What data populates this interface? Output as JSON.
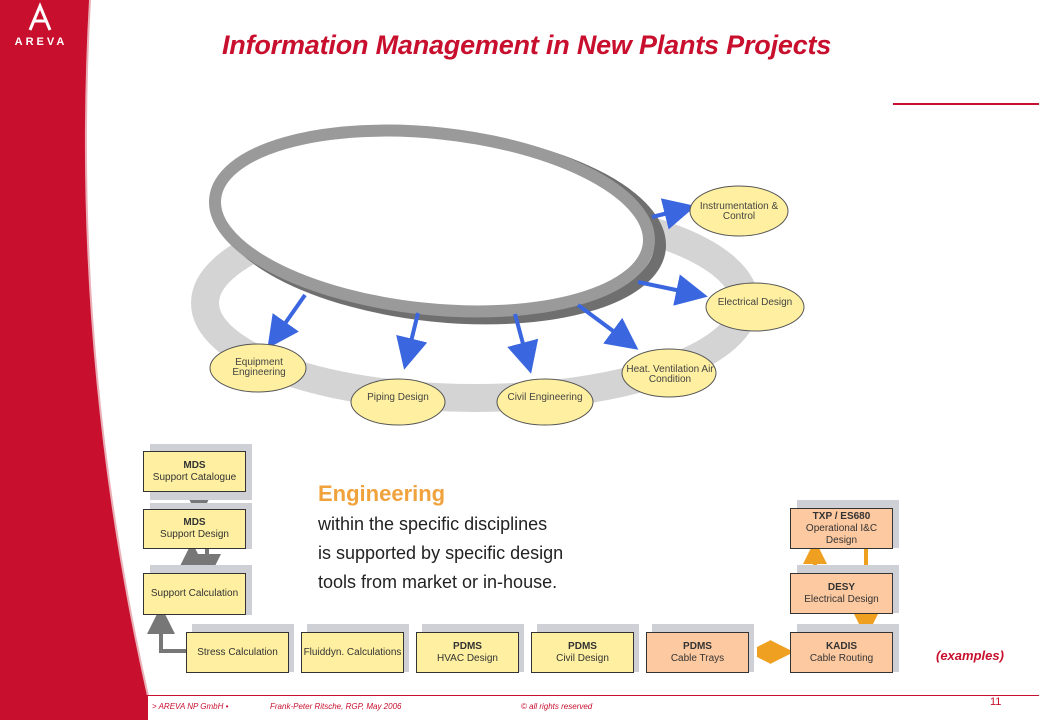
{
  "brand": {
    "logo_text": "AREVA",
    "accent": "#c8102e",
    "yellow": "#fef0a0",
    "orange": "#fdc9a0"
  },
  "title": "Information Management in New Plants Projects",
  "disciplines": [
    {
      "label": "Equipment Engineering"
    },
    {
      "label": "Piping Design"
    },
    {
      "label": "Civil Engineering"
    },
    {
      "label": "Heat. Ventilation Air Condition"
    },
    {
      "label": "Electrical Design"
    },
    {
      "label": "Instrumentation & Control"
    }
  ],
  "engineering": {
    "heading": "Engineering",
    "lines": [
      "within the specific disciplines",
      "is supported by specific design",
      "tools from market or in-house."
    ]
  },
  "tools": {
    "mds_catalogue": {
      "bold": "MDS",
      "text": "Support Catalogue"
    },
    "mds_design": {
      "bold": "MDS",
      "text": "Support Design"
    },
    "support_calc": {
      "bold": "",
      "text": "Support Calculation"
    },
    "stress_calc": {
      "bold": "",
      "text": "Stress Calculation"
    },
    "fluid_calc": {
      "bold": "",
      "text": "Fluiddyn. Calculations"
    },
    "pdms_hvac": {
      "bold": "PDMS",
      "text": "HVAC Design"
    },
    "pdms_civil": {
      "bold": "PDMS",
      "text": "Civil Design"
    },
    "pdms_cable": {
      "bold": "PDMS",
      "text": "Cable Trays"
    },
    "kadis": {
      "bold": "KADIS",
      "text": "Cable Routing"
    },
    "desy": {
      "bold": "DESY",
      "text": "Electrical Design"
    },
    "txp": {
      "bold": "TXP / ES680",
      "text": "Operational I&C Design"
    }
  },
  "examples_label": "(examples)",
  "footer": {
    "company": "> AREVA NP GmbH •",
    "author": "Frank-Peter Ritsche, RGP, May 2006",
    "rights": "© all rights reserved",
    "page": "11"
  }
}
